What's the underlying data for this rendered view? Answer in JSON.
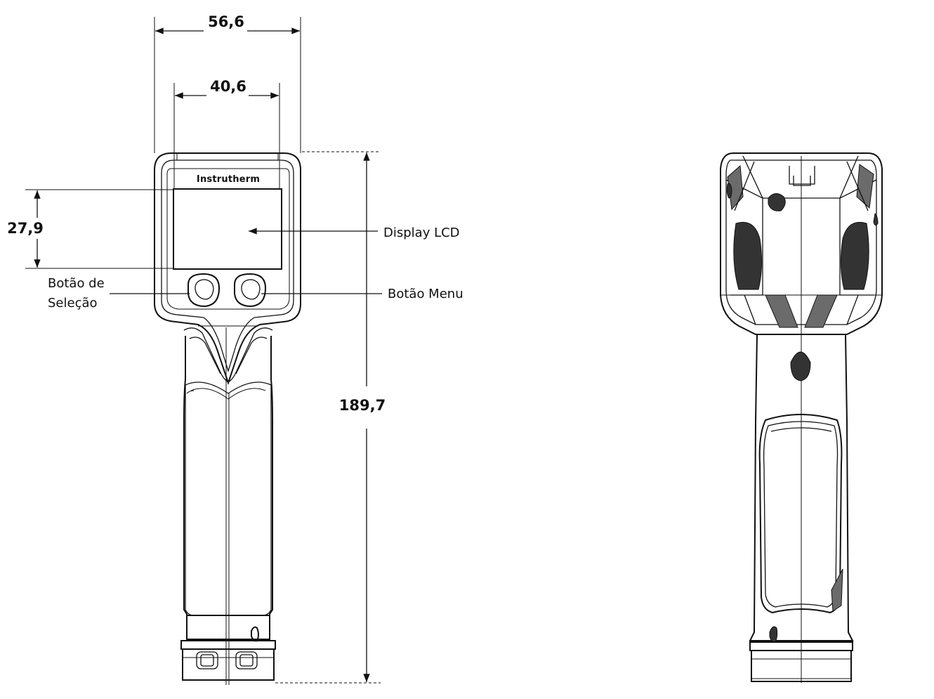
{
  "dimensions": {
    "overall_width": "56,6",
    "display_width": "40,6",
    "display_height": "27,9",
    "overall_height": "189,7"
  },
  "labels": {
    "display": "Display LCD",
    "select_button_line1": "Botão de",
    "select_button_line2": "Seleção",
    "menu_button": "Botão Menu"
  },
  "brand": {
    "logo_text": "Instrutherm"
  },
  "views": [
    "front-view",
    "rear-view"
  ],
  "colors": {
    "line": "#111111",
    "background": "#ffffff"
  }
}
